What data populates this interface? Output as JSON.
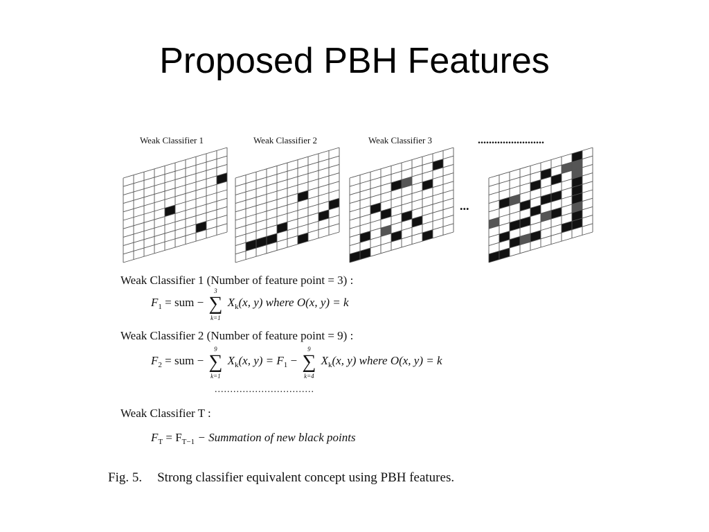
{
  "slide": {
    "title": "Proposed PBH Features"
  },
  "figure": {
    "panels": [
      {
        "label": "Weak Classifier 1",
        "cells": [
          [
            3,
            9
          ],
          [
            5,
            4
          ],
          [
            8,
            7
          ]
        ]
      },
      {
        "label": "Weak Classifier 2",
        "cells": [
          [
            4,
            6
          ],
          [
            6,
            9
          ],
          [
            7,
            4
          ],
          [
            7,
            8
          ],
          [
            8,
            1
          ],
          [
            8,
            2
          ],
          [
            8,
            3
          ],
          [
            9,
            6
          ]
        ]
      },
      {
        "label": "Weak Classifier 3",
        "cells": [
          [
            1,
            8
          ],
          [
            2,
            4
          ],
          [
            2,
            5
          ],
          [
            3,
            7
          ],
          [
            4,
            2
          ],
          [
            5,
            3
          ],
          [
            6,
            5
          ],
          [
            7,
            1
          ],
          [
            7,
            3
          ],
          [
            7,
            6
          ],
          [
            8,
            4
          ],
          [
            9,
            0
          ],
          [
            9,
            1
          ],
          [
            9,
            7
          ]
        ]
      },
      {
        "label": "",
        "cells": [
          [
            1,
            5
          ],
          [
            1,
            7
          ],
          [
            2,
            4
          ],
          [
            2,
            6
          ],
          [
            3,
            1
          ],
          [
            3,
            2
          ],
          [
            4,
            3
          ],
          [
            4,
            5
          ],
          [
            4,
            6
          ],
          [
            5,
            0
          ],
          [
            5,
            4
          ],
          [
            6,
            2
          ],
          [
            6,
            3
          ],
          [
            6,
            5
          ],
          [
            6,
            6
          ],
          [
            7,
            1
          ],
          [
            8,
            2
          ],
          [
            8,
            3
          ],
          [
            8,
            4
          ],
          [
            9,
            0
          ],
          [
            9,
            1
          ],
          [
            2,
            8
          ],
          [
            3,
            8
          ],
          [
            4,
            8
          ],
          [
            5,
            8
          ],
          [
            6,
            8
          ],
          [
            7,
            8
          ],
          [
            8,
            7
          ],
          [
            8,
            8
          ],
          [
            1,
            8
          ],
          [
            0,
            8
          ]
        ]
      }
    ],
    "top_dots": "........................",
    "between_dots": "...",
    "classifier1": {
      "heading": "Weak Classifier 1 (Number of feature point = 3) :",
      "f": "F",
      "f_sub": "1",
      "eq": "= sum −",
      "sum_upper": "3",
      "sum_lower": "k=1",
      "term": "X",
      "term_sub": "k",
      "args": "(x, y) where O(x, y) = k"
    },
    "classifier2": {
      "heading": "Weak Classifier 2 (Number of feature point = 9) :",
      "f": "F",
      "f_sub": "2",
      "eq": "= sum −",
      "sum_upper": "9",
      "sum_lower": "k=1",
      "term": "X",
      "term_sub": "k",
      "args_mid": "(x, y) = F",
      "f1_sub": "1",
      "minus": "−",
      "sum2_upper": "9",
      "sum2_lower": "k=4",
      "term2": "X",
      "term2_sub": "k",
      "args_end": "(x, y)  where O(x, y) = k"
    },
    "middle_dots": "................................",
    "classifierT": {
      "heading": "Weak Classifier T :",
      "f": "F",
      "f_sub": "T",
      "eq": "= F",
      "eq_sub": "T−1",
      "rest": "− Summation of new black points"
    },
    "caption": {
      "fig_number": "Fig. 5.",
      "text": "Strong classifier equivalent concept using PBH features."
    },
    "colors": {
      "ink": "#111111",
      "grid_line": "#555555",
      "cell_black": "#111111",
      "cell_gray": "#555555"
    }
  }
}
